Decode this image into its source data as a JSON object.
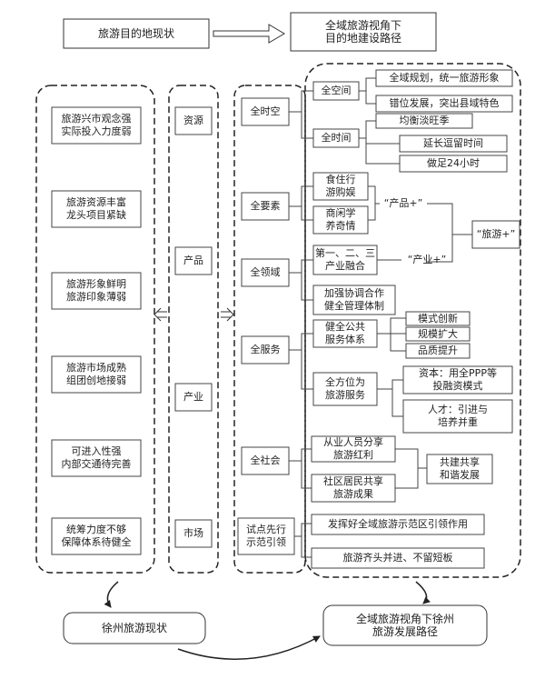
{
  "top": {
    "current_status": "旅游目的地现状",
    "path": "全域旅游视角下\n目的地建设路径"
  },
  "problems": [
    "旅游兴市观念强\n实际投入力度弱",
    "旅游资源丰富\n龙头项目紧缺",
    "旅游形象鲜明\n旅游印象薄弱",
    "旅游市场成熟\n组团创地接弱",
    "可进入性强\n内部交通待完善",
    "统筹力度不够\n保障体系待健全"
  ],
  "elements": [
    "资源",
    "产品",
    "产业",
    "市场"
  ],
  "dimensions": [
    "全时空",
    "全要素",
    "全领域",
    "全服务",
    "全社会",
    "试点先行\n示范引领"
  ],
  "sub": {
    "space": "全空间",
    "time": "全时间",
    "space_items": [
      "全域规划，统一旅游形象",
      "错位发展，突出县域特色"
    ],
    "time_items": [
      "均衡淡旺季",
      "延长逗留时间",
      "做足24小时"
    ],
    "elem_items": [
      "食住行\n游购娱",
      "商闲学\n养奇情"
    ],
    "product_plus": "“产品+”",
    "tourism_plus": "“旅游+”",
    "industry_merge": "第一、二、三\n产业融合",
    "industry_plus": "“产业+”",
    "manage": "加强协调合作\n健全管理体制",
    "public_service": "健全公共\n服务体系",
    "ps_items": [
      "模式创新",
      "规模扩大",
      "品质提升"
    ],
    "all_service": "全方位为\n旅游服务",
    "capital": "资本：用全PPP等\n投融资模式",
    "talent": "人才：引进与\n培养并重",
    "employee": "从业人员分享\n旅游红利",
    "resident": "社区居民共享\n旅游成果",
    "share": "共建共享\n和谐发展",
    "pilot": "发挥好全域旅游示范区引领作用",
    "balance": "旅游齐头并进、不留短板"
  },
  "bottom": {
    "xuzhou_status": "徐州旅游现状",
    "xuzhou_path": "全域旅游视角下徐州\n旅游发展路径"
  }
}
